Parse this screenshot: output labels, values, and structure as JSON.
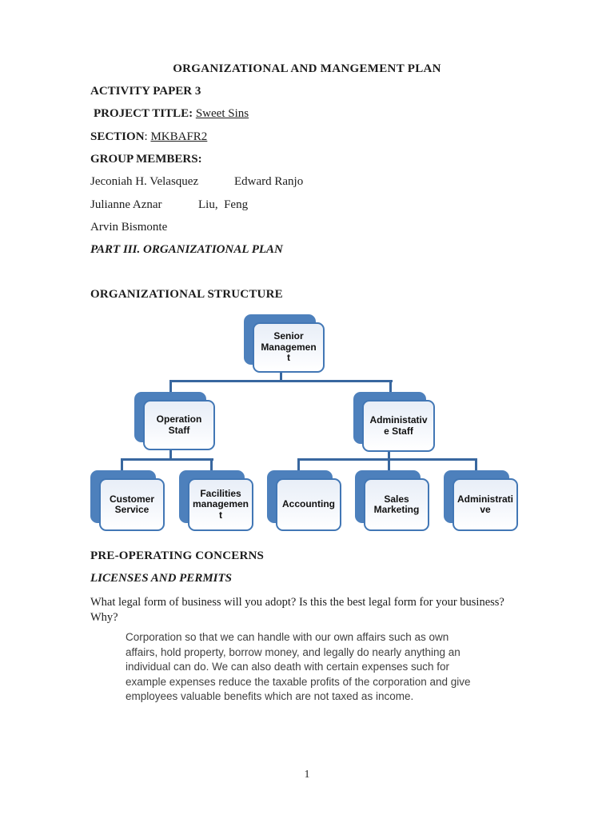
{
  "page": {
    "title": "ORGANIZATIONAL AND MANGEMENT PLAN",
    "activity_paper": "ACTIVITY PAPER 3",
    "project_title_label": "PROJECT TITLE:",
    "project_title_value": "Sweet Sins",
    "section_label": "SECTION",
    "section_sep": ": ",
    "section_value": "MKBAFR2",
    "group_members_label": "GROUP MEMBERS:",
    "members": [
      {
        "col1": "Jeconiah H. Velasquez",
        "col2": "Edward Ranjo"
      },
      {
        "col1": "Julianne Aznar",
        "col2": "Liu,  Feng"
      },
      {
        "col1": "Arvin Bismonte",
        "col2": ""
      }
    ],
    "part_heading": "PART III. ORGANIZATIONAL PLAN",
    "org_structure_heading": "ORGANIZATIONAL STRUCTURE",
    "pre_operating_heading": "PRE-OPERATING CONCERNS",
    "licenses_heading": "LICENSES AND PERMITS",
    "question": "What legal form of business will you adopt? Is this the best legal form for your business?\nWhy?",
    "answer": "Corporation so that we can handle with our own affairs such as own\naffairs, hold property, borrow money, and legally do nearly anything an\nindividual can do. We can also death with certain expenses such for\nexample expenses reduce the taxable profits of the corporation and give\nemployees valuable benefits which are not taxed as income.",
    "page_number": "1"
  },
  "org_chart": {
    "nodes": {
      "senior": "Senior\nManagemen\nt",
      "operation": "Operation\nStaff",
      "administative": "Administativ\ne Staff",
      "customer": "Customer\nService",
      "facilities": "Facilities\nmanagemen\nt",
      "accounting": "Accounting",
      "sales": "Sales\nMarketing",
      "administrative": "Administrati\nve"
    },
    "colors": {
      "box_border": "#4277b5",
      "box_back": "#4d80bc",
      "connector": "#38679f"
    }
  }
}
